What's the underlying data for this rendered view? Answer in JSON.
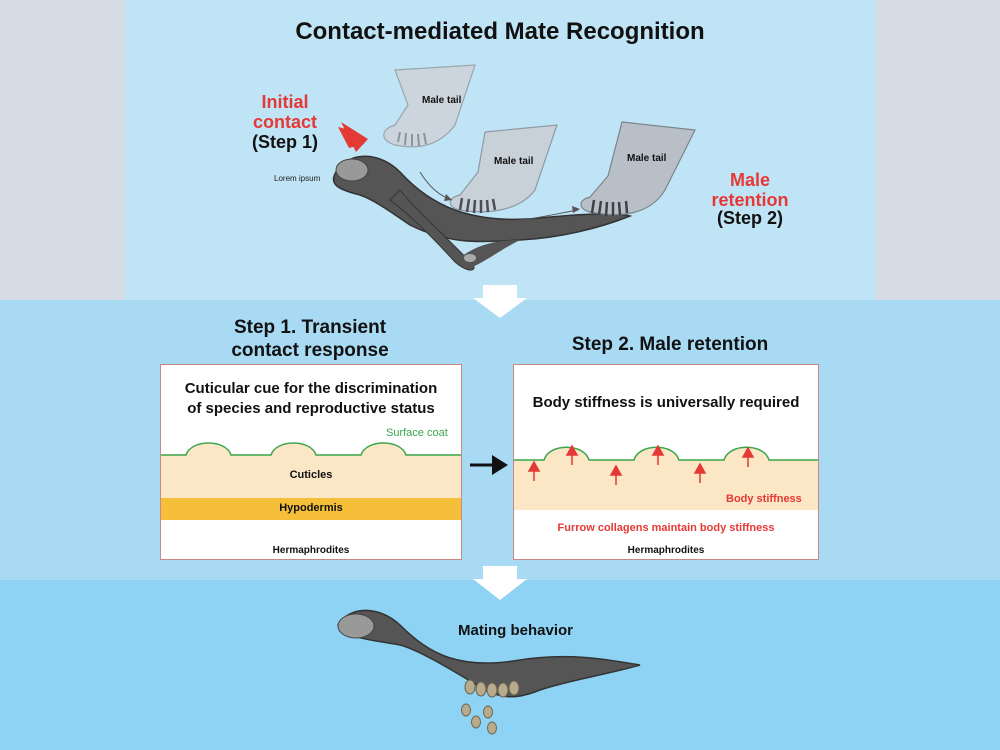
{
  "title": "Contact-mediated Mate Recognition",
  "step1_label": {
    "line1": "Initial",
    "line2": "contact",
    "line3": "(Step 1)"
  },
  "step2_label": {
    "line1": "Male",
    "line2": "retention",
    "line3": "(Step 2)"
  },
  "lorem": "Lorem ipsum",
  "male_tail": "Male tail",
  "step1_heading": {
    "line1": "Step 1. Transient",
    "line2": "contact response"
  },
  "step2_heading": "Step 2. Male retention",
  "box1": {
    "heading_line1": "Cuticular cue for the discrimination",
    "heading_line2": "of species and reproductive status",
    "surface_coat": "Surface coat",
    "cuticles": "Cuticles",
    "hypodermis": "Hypodermis",
    "hermaphrodites": "Hermaphrodites"
  },
  "box2": {
    "heading": "Body stiffness is universally required",
    "body_stiffness": "Body stiffness",
    "furrow": "Furrow collagens maintain body stiffness",
    "hermaphrodites": "Hermaphrodites"
  },
  "mating_behavior": "Mating behavior",
  "colors": {
    "red": "#e53935",
    "green": "#3aa64a",
    "worm": "#555555",
    "hypodermis": "#f6bf3a",
    "cuticle": "#fbe6c6"
  }
}
